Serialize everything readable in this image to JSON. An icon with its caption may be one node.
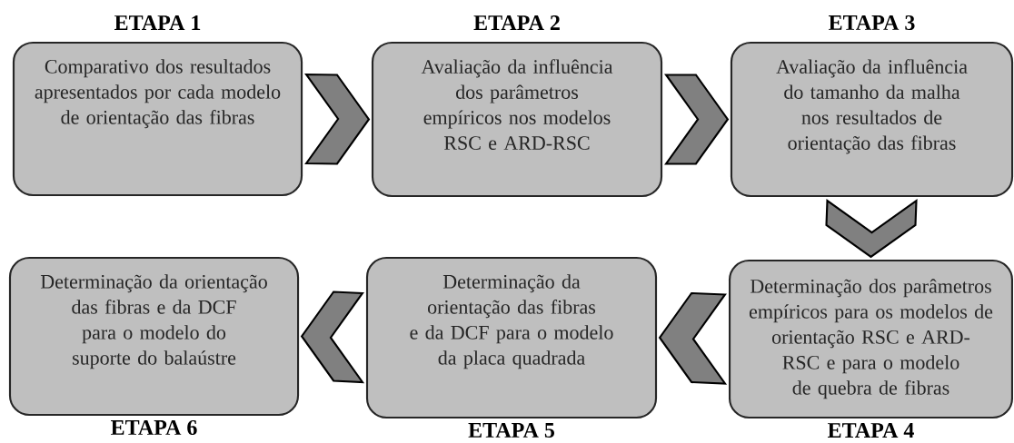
{
  "diagram": {
    "nodes": [
      {
        "text": [
          "ETAPA 1",
          "Comparativo dos resultados apresentados por cada modelo de orientação das fibras"
        ]
      },
      {
        "text": [
          "ETAPA 2",
          "Avaliação da influência dos parâmetros empíricos nos modelos RSC e ARD-RSC"
        ]
      },
      {
        "text": [
          "ETAPA 3",
          "Avaliação da influência do tamanho da malha nos resultados de orientação das fibras"
        ]
      },
      {
        "text": [
          "Determinação dos parâmetros empíricos para os modelos de orientação RSC e ARD-RSC e para o modelo de quebra de fibras",
          "ETAPA 4"
        ]
      },
      {
        "text": [
          "Determinação da orientação das fibras e da DCF para o modelo da placa quadrada",
          "ETAPA 5"
        ]
      },
      {
        "text": [
          "Determinação da orientação das fibras e da DCF para o modelo do suporte do balaústre",
          "ETAPA 6"
        ]
      }
    ],
    "edges": [
      {
        "from": 0,
        "to": 1,
        "arrow": "to"
      },
      {
        "from": 1,
        "to": 2,
        "arrow": "to"
      },
      {
        "from": 2,
        "to": 3,
        "arrow": "to"
      },
      {
        "from": 3,
        "to": 4,
        "arrow": "to"
      },
      {
        "from": 4,
        "to": 5,
        "arrow": "to"
      }
    ]
  }
}
